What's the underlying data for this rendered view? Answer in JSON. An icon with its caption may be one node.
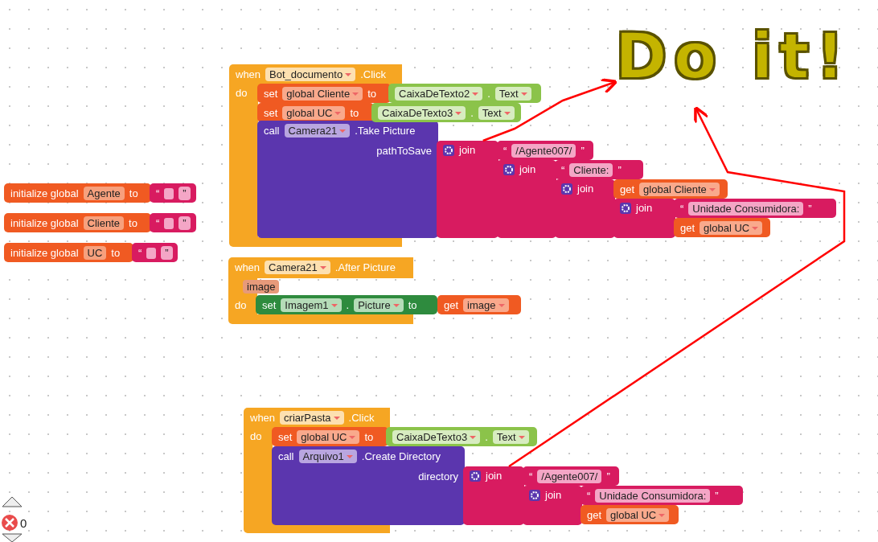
{
  "diagram": {
    "nodes": [
      {
        "text": [
          "initialize global",
          "Agente",
          "to"
        ]
      },
      {
        "text": [
          "“",
          "”"
        ]
      },
      {
        "text": [
          "initialize global",
          "Cliente",
          "to"
        ]
      },
      {
        "text": [
          "“",
          "”"
        ]
      },
      {
        "text": [
          "initialize global",
          "UC",
          "to"
        ]
      },
      {
        "text": [
          "“",
          "”"
        ]
      },
      {
        "text": [
          "when",
          "Bot_documento",
          ".Click",
          "do"
        ]
      },
      {
        "text": [
          "set",
          "global Cliente",
          "to"
        ],
        "in": 6
      },
      {
        "text": [
          "CaixaDeTexto2",
          ".",
          "Text"
        ]
      },
      {
        "text": [
          "set",
          "global UC",
          "to"
        ],
        "in": 6
      },
      {
        "text": [
          "CaixaDeTexto3",
          ".",
          "Text"
        ]
      },
      {
        "text": [
          "call",
          "Camera21",
          ".Take Picture",
          "pathToSave"
        ],
        "in": 6
      },
      {
        "text": [
          "join"
        ]
      },
      {
        "text": [
          "“",
          "/Agente007/",
          "”"
        ]
      },
      {
        "text": [
          "join"
        ]
      },
      {
        "text": [
          "“",
          "Cliente:",
          "”"
        ]
      },
      {
        "text": [
          "join"
        ]
      },
      {
        "text": [
          "get",
          "global Cliente"
        ]
      },
      {
        "text": [
          "join"
        ]
      },
      {
        "text": [
          "“",
          "Unidade Consumidora:",
          "”"
        ]
      },
      {
        "text": [
          "get",
          "global UC"
        ]
      },
      {
        "text": [
          "when",
          "Camera21",
          ".After Picture",
          "image",
          "do"
        ]
      },
      {
        "text": [
          "set",
          "Imagem1",
          ".",
          "Picture",
          "to"
        ],
        "in": 21
      },
      {
        "text": [
          "get",
          "image"
        ]
      },
      {
        "text": [
          "when",
          "criarPasta",
          ".Click",
          "do"
        ]
      },
      {
        "text": [
          "set",
          "global UC",
          "to"
        ],
        "in": 24
      },
      {
        "text": [
          "CaixaDeTexto3",
          ".",
          "Text"
        ]
      },
      {
        "text": [
          "call",
          "Arquivo1",
          ".Create Directory",
          "directory"
        ],
        "in": 24
      },
      {
        "text": [
          "join"
        ]
      },
      {
        "text": [
          "“",
          "/Agente007/",
          "”"
        ]
      },
      {
        "text": [
          "join"
        ]
      },
      {
        "text": [
          "“",
          "Unidade Consumidora:",
          "”"
        ]
      },
      {
        "text": [
          "get",
          "global UC"
        ]
      },
      {
        "text": [
          "Do it!"
        ]
      }
    ],
    "edges": [
      {
        "from": 12,
        "to": 33,
        "arrow": "to"
      },
      {
        "from": 28,
        "to": 33,
        "arrow": "to"
      }
    ],
    "labels": [
      "0"
    ]
  }
}
